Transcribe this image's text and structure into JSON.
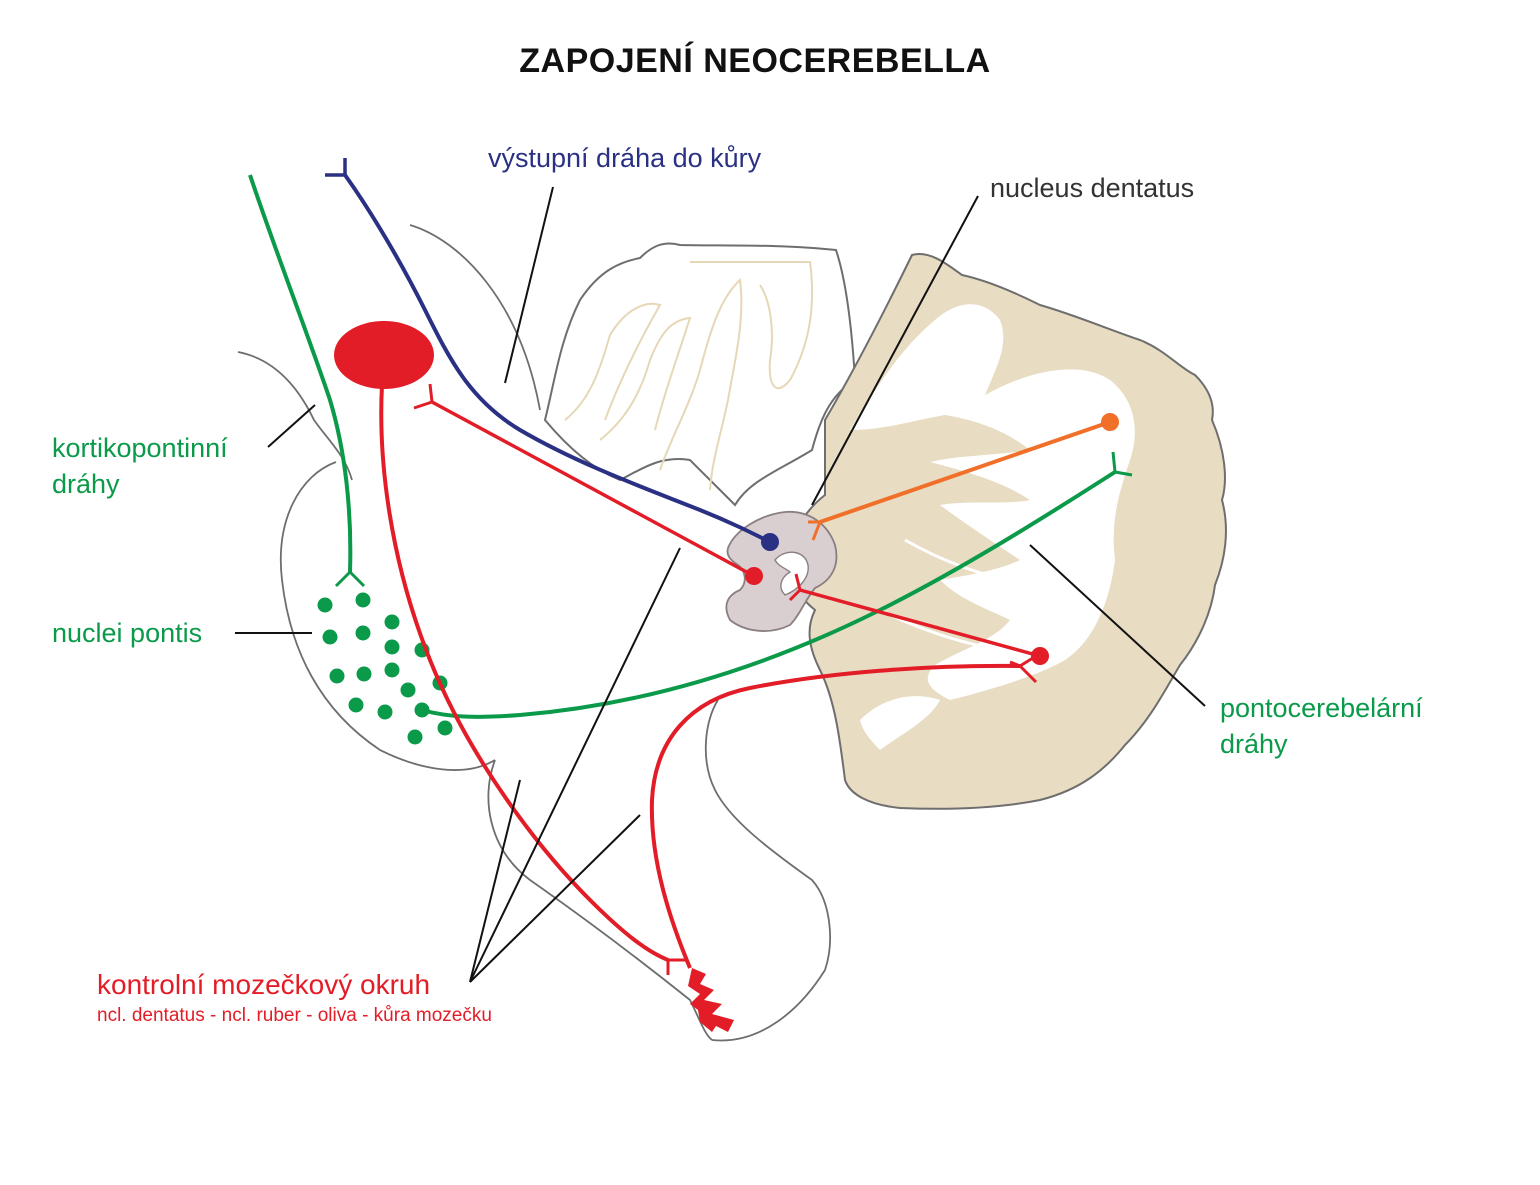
{
  "title": "ZAPOJENÍ NEOCEREBELLA",
  "labels": {
    "output_tract": "výstupní dráha do kůry",
    "nucleus_dentatus": "nucleus dentatus",
    "corticopontine_line1": "kortikopontinní",
    "corticopontine_line2": "dráhy",
    "nuclei_pontis": "nuclei pontis",
    "pontocerebellar_line1": "pontocerebelární",
    "pontocerebellar_line2": "dráhy",
    "control_loop": "kontrolní mozečkový okruh",
    "control_loop_detail": "ncl. dentatus - ncl. ruber - oliva - kůra mozečku"
  },
  "colors": {
    "output_tract": "#2a3184",
    "corticopontine": "#0a9a4a",
    "control_loop": "#e21d27",
    "pontocerebellar_afferent": "#f07029",
    "cortex_fill": "#e8dcc3",
    "nucleus_fill": "#d9cfd1",
    "outline": "#6e6e6e"
  }
}
